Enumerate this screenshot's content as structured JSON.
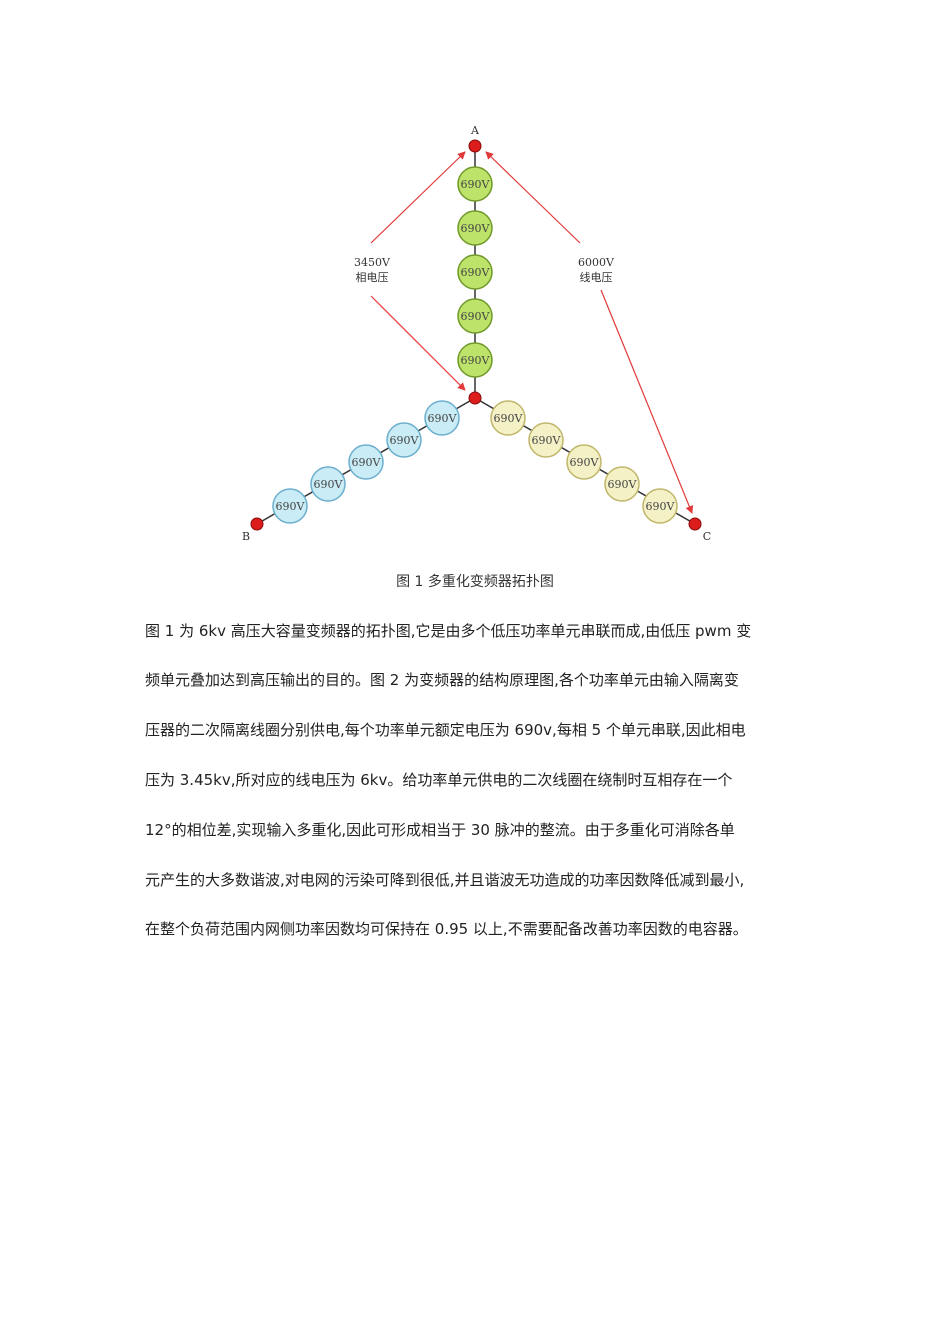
{
  "diagram": {
    "nodes": {
      "a": "A",
      "b": "B",
      "c": "C"
    },
    "unit_label": "690V",
    "phase_voltage": {
      "value": "3450V",
      "label": "相电压"
    },
    "line_voltage": {
      "value": "6000V",
      "label": "线电压"
    },
    "colors": {
      "node": "#dd1c1c",
      "arrow": "#e23a3a",
      "line": "#333333",
      "phase_a_fill": "#bde36a",
      "phase_a_stroke": "#6f9a2a",
      "phase_b_fill": "#c9ecf6",
      "phase_b_stroke": "#6aaecd",
      "phase_c_fill": "#f4f1c6",
      "phase_c_stroke": "#bfb66a"
    }
  },
  "caption": "图 1 多重化变频器拓扑图",
  "body": {
    "lines": [
      "图 1 为 6kv 高压大容量变频器的拓扑图,它是由多个低压功率单元串联而成,由低压 pwm 变",
      "频单元叠加达到高压输出的目的。图 2 为变频器的结构原理图,各个功率单元由输入隔离变",
      "压器的二次隔离线圈分别供电,每个功率单元额定电压为 690v,每相 5 个单元串联,因此相电",
      "压为 3.45kv,所对应的线电压为 6kv。给功率单元供电的二次线圈在绕制时互相存在一个",
      "12°的相位差,实现输入多重化,因此可形成相当于 30 脉冲的整流。由于多重化可消除各单",
      "元产生的大多数谐波,对电网的污染可降到很低,并且谐波无功造成的功率因数降低减到最小,",
      "在整个负荷范围内网侧功率因数均可保持在 0.95 以上,不需要配备改善功率因数的电容器。"
    ]
  }
}
